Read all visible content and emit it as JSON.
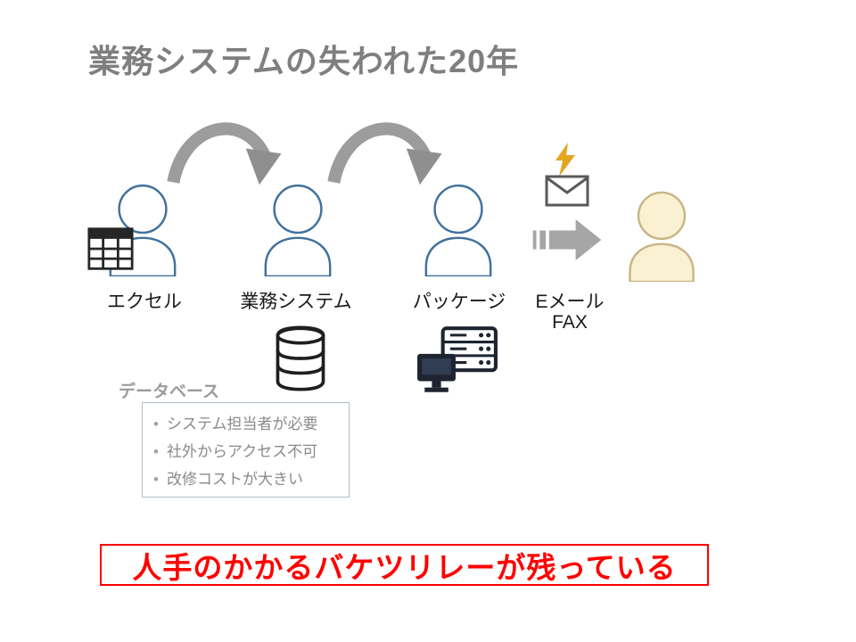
{
  "title": "業務システムの失われた20年",
  "flow": {
    "actors": [
      {
        "label": "エクセル"
      },
      {
        "label": "業務システム"
      },
      {
        "label": "パッケージ"
      },
      {
        "label": "Eメール",
        "sublabel": "FAX"
      }
    ]
  },
  "database": {
    "label": "データベース"
  },
  "issues": [
    "システム担当者が必要",
    "社外からアクセス不可",
    "改修コストが大きい"
  ],
  "conclusion": "人手のかかるバケツリレーが残っている",
  "icons": {
    "person": "person-icon",
    "spreadsheet": "spreadsheet-grid-icon",
    "database": "database-cylinder-icon",
    "server": "server-monitor-icon",
    "envelope": "envelope-icon",
    "lightning": "lightning-bolt-icon",
    "striped_arrow": "striped-right-arrow-icon",
    "curved_arrow": "curved-arrow-icon"
  },
  "colors": {
    "title_gray": "#7F7F7F",
    "person_outline_blue": "#41719C",
    "person_fill_cream": "#FAF0D2",
    "person_fill_stroke": "#C8B586",
    "arrow_gray": "#9C9C9C",
    "lightning_gold": "#E2A620",
    "icon_dark": "#222222",
    "muted_gray": "#8A8A8A",
    "alert_red": "#FF0000"
  }
}
